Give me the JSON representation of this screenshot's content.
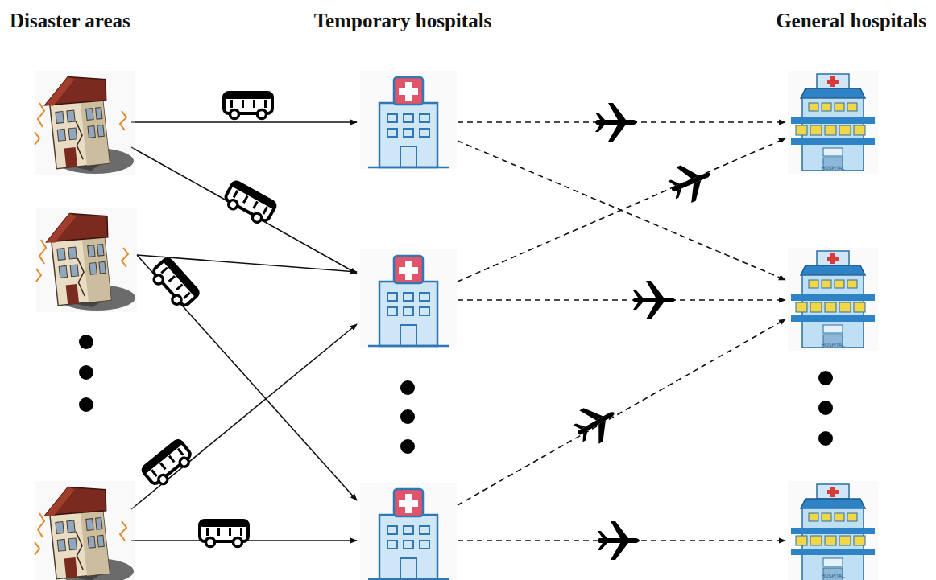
{
  "diagram": {
    "labels": [
      "Disaster areas",
      "Temporary hospitals",
      "General hospitals",
      "HOSPITAL",
      "HOSPITAL",
      "HOSPITAL"
    ]
  }
}
